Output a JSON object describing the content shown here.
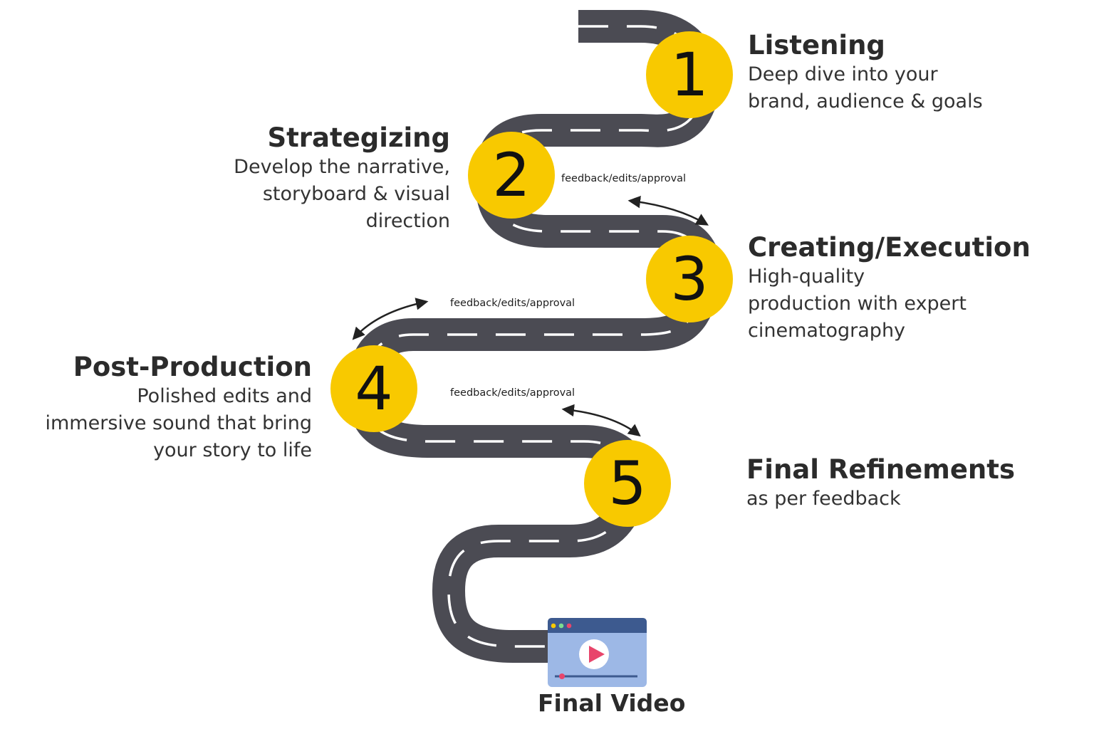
{
  "colors": {
    "road": "#4b4b53",
    "road_line": "#ffffff",
    "marker": "#f8c900",
    "marker_text": "#111111",
    "arrow": "#222222",
    "video_screen": "#9db8e6",
    "video_header": "#3d5a8f",
    "play_button": "#e8456b"
  },
  "steps": [
    {
      "number": "1",
      "title": "Listening",
      "desc_lines": [
        "Deep dive into your",
        "brand, audience & goals"
      ]
    },
    {
      "number": "2",
      "title": "Strategizing",
      "desc_lines": [
        "Develop the narrative,",
        "storyboard & visual",
        "direction"
      ]
    },
    {
      "number": "3",
      "title": "Creating/Execution",
      "desc_lines": [
        "High-quality",
        "production with expert",
        "cinematography"
      ]
    },
    {
      "number": "4",
      "title": "Post-Production",
      "desc_lines": [
        "Polished edits and",
        "immersive sound that bring",
        "your story to life"
      ]
    },
    {
      "number": "5",
      "title": "Final Refinements",
      "desc_lines": [
        "as per feedback"
      ]
    }
  ],
  "feedback_labels": [
    "feedback/edits/approval",
    "feedback/edits/approval",
    "feedback/edits/approval"
  ],
  "final": {
    "label": "Final Video",
    "icon": "video-player-icon"
  }
}
